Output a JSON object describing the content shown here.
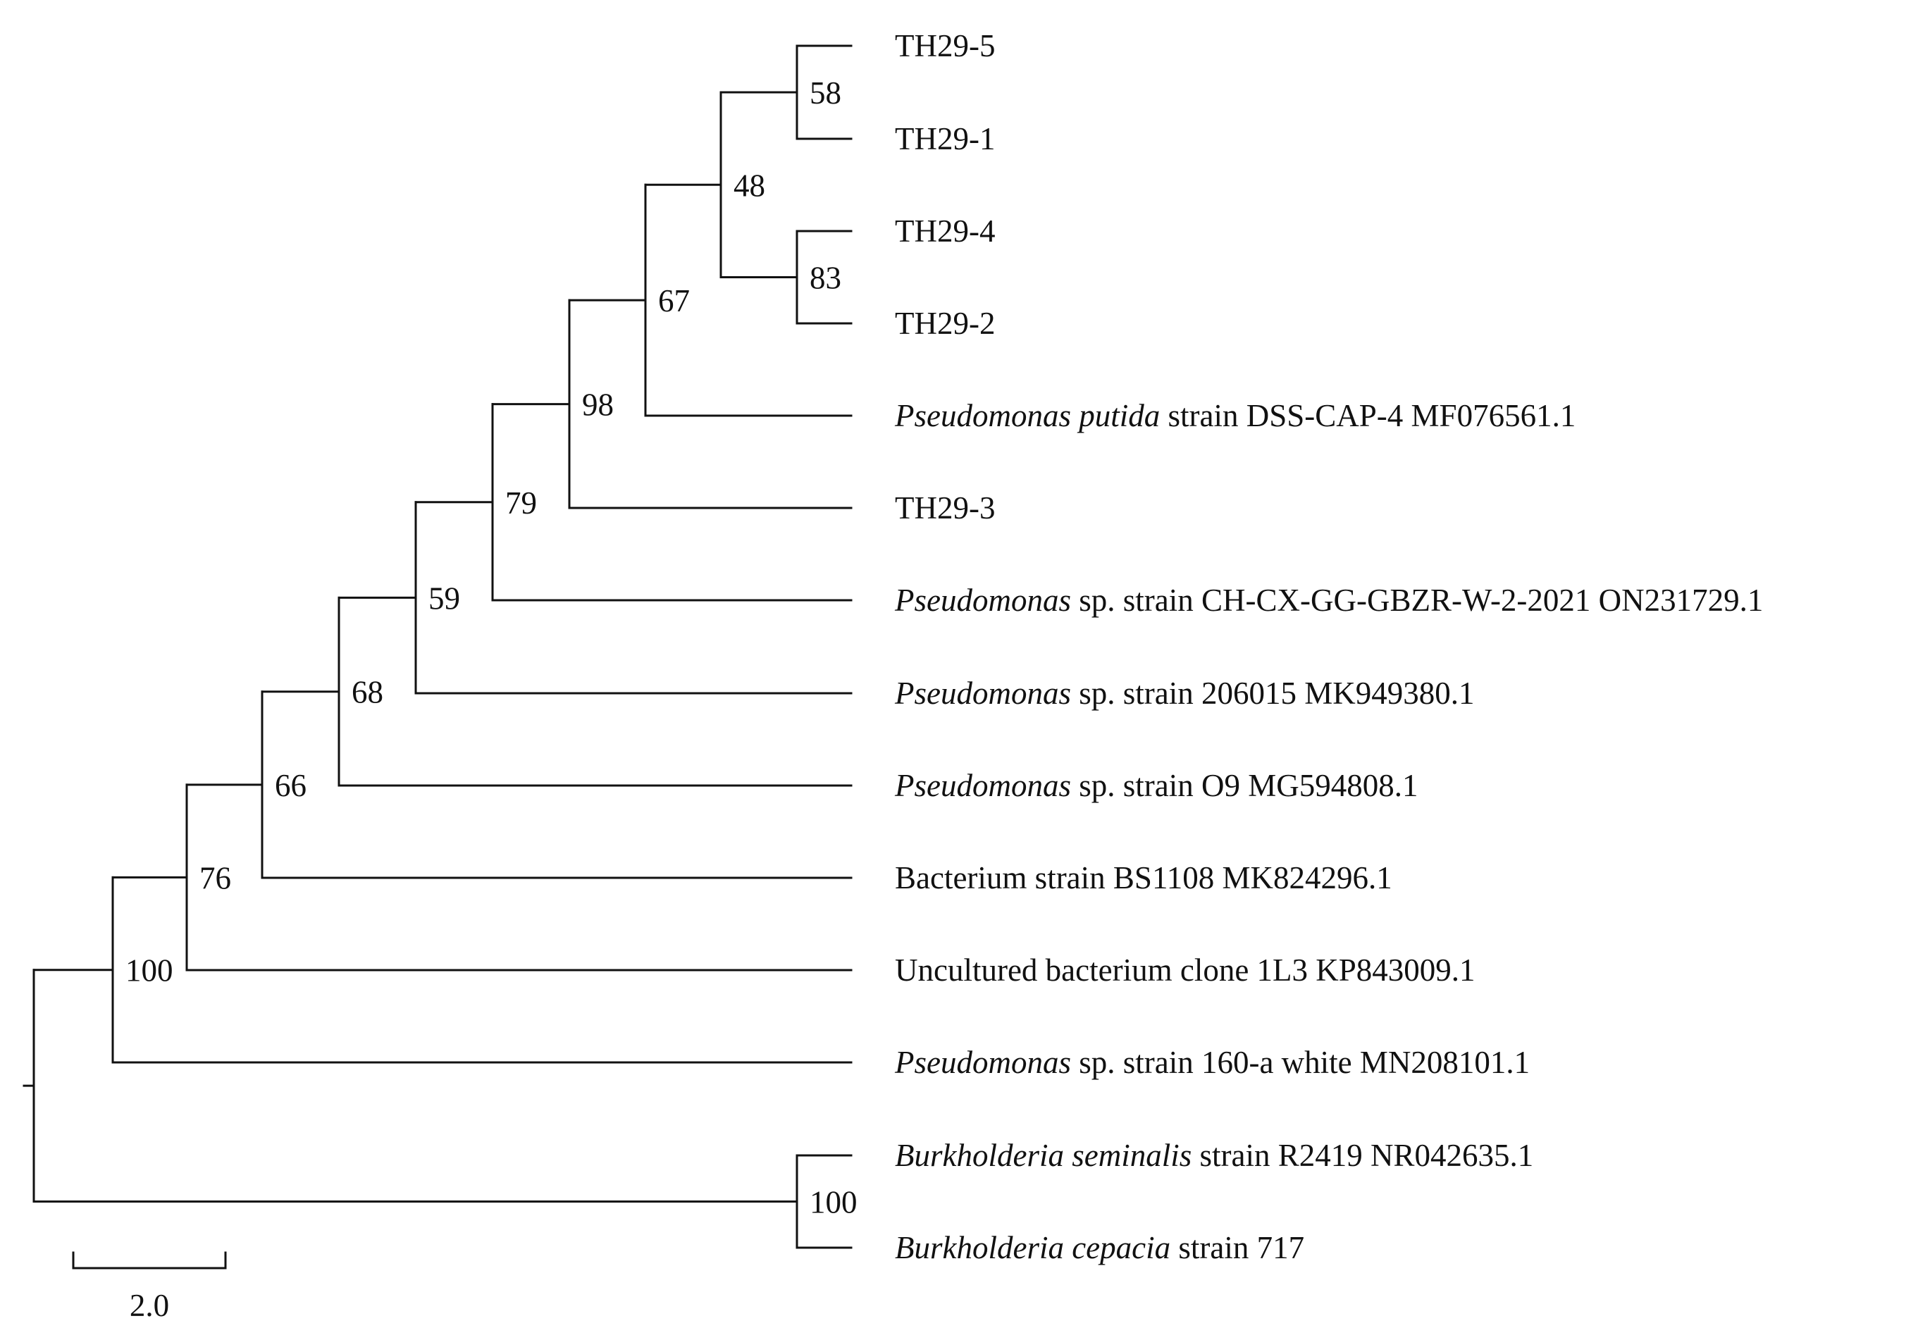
{
  "tree": {
    "leaves": [
      {
        "id": "L1",
        "parts": [
          {
            "text": "TH29-5",
            "italic": false
          }
        ]
      },
      {
        "id": "L2",
        "parts": [
          {
            "text": "TH29-1",
            "italic": false
          }
        ]
      },
      {
        "id": "L3",
        "parts": [
          {
            "text": "TH29-4",
            "italic": false
          }
        ]
      },
      {
        "id": "L4",
        "parts": [
          {
            "text": "TH29-2",
            "italic": false
          }
        ]
      },
      {
        "id": "L5",
        "parts": [
          {
            "text": "Pseudomonas putida",
            "italic": true
          },
          {
            "text": " strain DSS-CAP-4 MF076561.1",
            "italic": false
          }
        ]
      },
      {
        "id": "L6",
        "parts": [
          {
            "text": "TH29-3",
            "italic": false
          }
        ]
      },
      {
        "id": "L7",
        "parts": [
          {
            "text": "Pseudomonas",
            "italic": true
          },
          {
            "text": " sp. strain CH-CX-GG-GBZR-W-2-2021 ON231729.1",
            "italic": false
          }
        ]
      },
      {
        "id": "L8",
        "parts": [
          {
            "text": "Pseudomonas",
            "italic": true
          },
          {
            "text": " sp. strain 206015 MK949380.1",
            "italic": false
          }
        ]
      },
      {
        "id": "L9",
        "parts": [
          {
            "text": "Pseudomonas",
            "italic": true
          },
          {
            "text": " sp. strain O9 MG594808.1",
            "italic": false
          }
        ]
      },
      {
        "id": "L10",
        "parts": [
          {
            "text": "Bacterium strain BS1108 MK824296.1",
            "italic": false
          }
        ]
      },
      {
        "id": "L11",
        "parts": [
          {
            "text": "Uncultured bacterium clone 1L3 KP843009.1",
            "italic": false
          }
        ]
      },
      {
        "id": "L12",
        "parts": [
          {
            "text": "Pseudomonas",
            "italic": true
          },
          {
            "text": " sp. strain 160-a white MN208101.1",
            "italic": false
          }
        ]
      },
      {
        "id": "L13",
        "parts": [
          {
            "text": "Burkholderia seminalis",
            "italic": true
          },
          {
            "text": " strain R2419 NR042635.1",
            "italic": false
          }
        ]
      },
      {
        "id": "L14",
        "parts": [
          {
            "text": "Burkholderia cepacia",
            "italic": true
          },
          {
            "text": " strain 717",
            "italic": false
          }
        ]
      }
    ],
    "support_values": [
      {
        "node": "N_TH29_5_1",
        "value": "58"
      },
      {
        "node": "N_TH29_4_2",
        "value": "83"
      },
      {
        "node": "N_TH29_group",
        "value": "48"
      },
      {
        "node": "N_putida",
        "value": "67"
      },
      {
        "node": "N_TH29_3",
        "value": "98"
      },
      {
        "node": "N_ON231729",
        "value": "79"
      },
      {
        "node": "N_MK949380",
        "value": "59"
      },
      {
        "node": "N_MG594808",
        "value": "68"
      },
      {
        "node": "N_MK824296",
        "value": "66"
      },
      {
        "node": "N_KP843009",
        "value": "76"
      },
      {
        "node": "N_ingroup",
        "value": "100"
      },
      {
        "node": "N_burkholderia",
        "value": "100"
      }
    ],
    "scale_bar": {
      "label": "2.0",
      "length": 2.0
    }
  }
}
